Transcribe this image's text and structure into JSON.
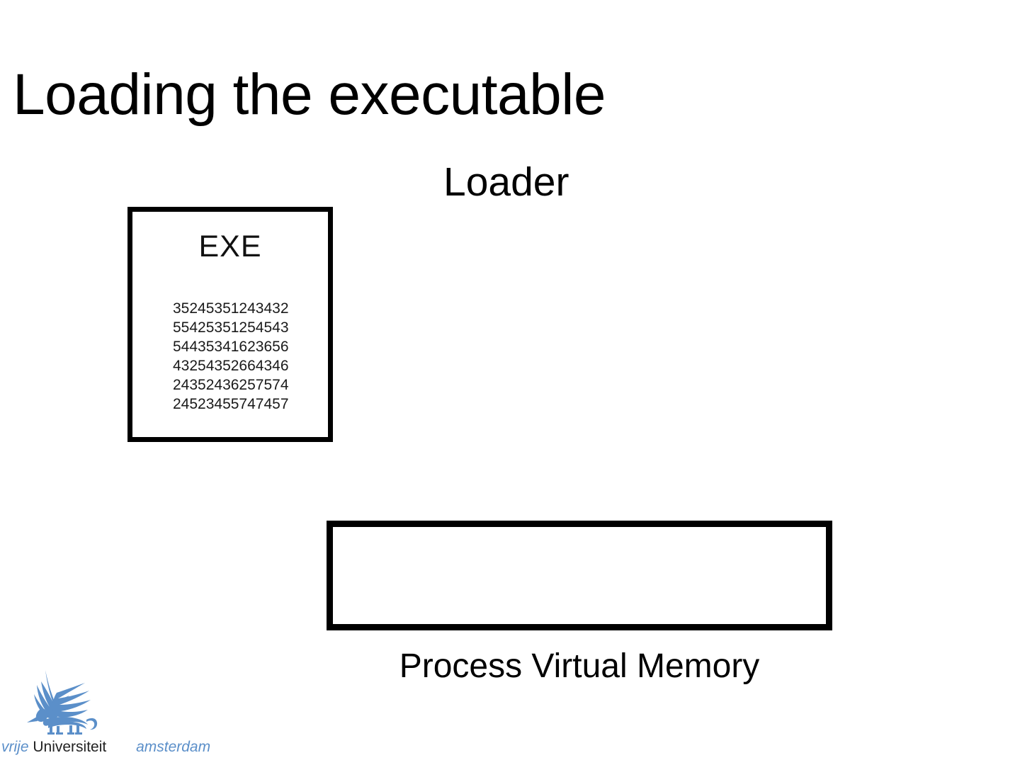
{
  "slide": {
    "title": "Loading the executable",
    "background_color": "#ffffff",
    "text_color": "#000000"
  },
  "loader": {
    "label": "Loader"
  },
  "exe_file": {
    "title": "EXE",
    "code_lines": [
      "35245351243432",
      "55425351254543",
      "54435341623656",
      "43254352664346",
      "24352436257574",
      "24523455747457"
    ]
  },
  "memory": {
    "label": "Process Virtual Memory",
    "contents": ""
  },
  "footer_logo": {
    "mark_name": "vu-griffin-icon",
    "vrije": "vrije",
    "universiteit": "Universiteit",
    "amsterdam": "amsterdam",
    "accent_color": "#5b8fc9",
    "text_color": "#222222"
  }
}
